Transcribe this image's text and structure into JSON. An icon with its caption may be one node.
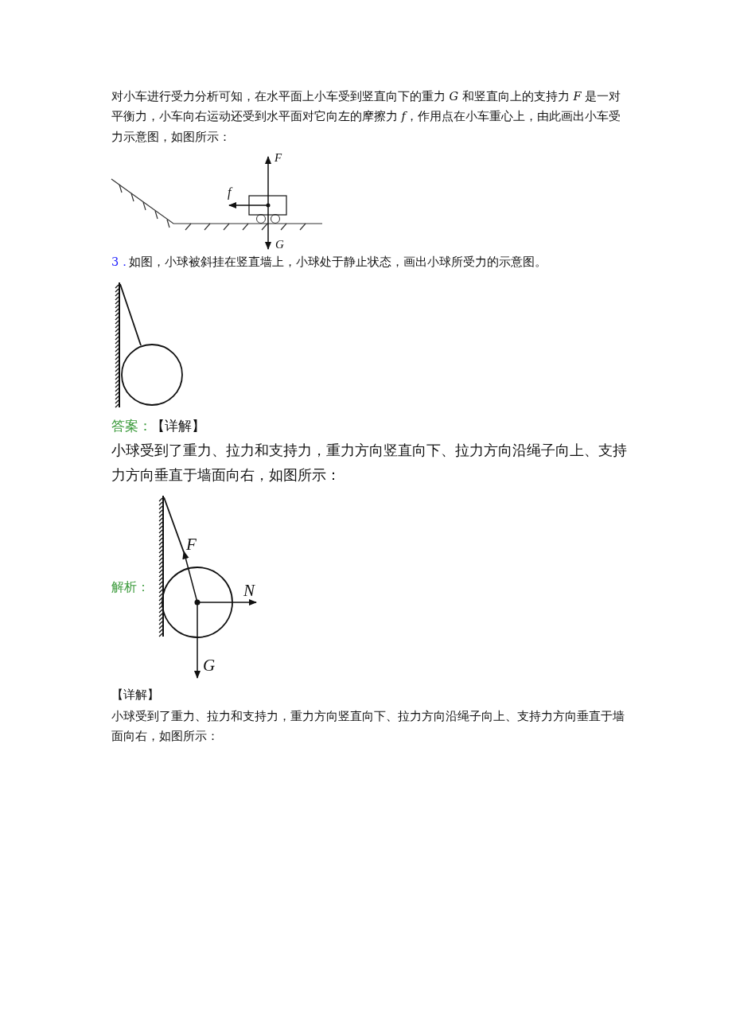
{
  "diagram": {
    "nodes": [
      {
        "text": [],
        "shape": "box"
      },
      {
        "text": [],
        "shape": "circle"
      },
      {
        "text": [],
        "shape": "circle"
      }
    ],
    "edges": [],
    "labels": [
      "对小车进行受力分析可知，在水平面上小车受到竖直向下的重力 *G* 和竖直向上的支持力 *F* 是一对平衡力，小车向右运动还受到水平面对它向左的摩擦力 *f*，作用点在小车重心上，由此画出小车受力示意图，如图所示：",
      "F",
      "f",
      "G",
      "3．",
      "如图，小球被斜挂在竖直墙上，小球处于静止状态，画出小球所受力的示意图。",
      "答案：",
      "【详解】",
      "小球受到了重力、拉力和支持力，重力方向竖直向下、拉力方向沿绳子向上、支持力方向垂直于墙面向右，如图所示：",
      "解析：",
      "F",
      "N",
      "G",
      "【详解】",
      "小球受到了重力、拉力和支持力，重力方向竖直向下、拉力方向沿绳子向上、支持力方向垂直于墙面向右，如图所示："
    ]
  }
}
